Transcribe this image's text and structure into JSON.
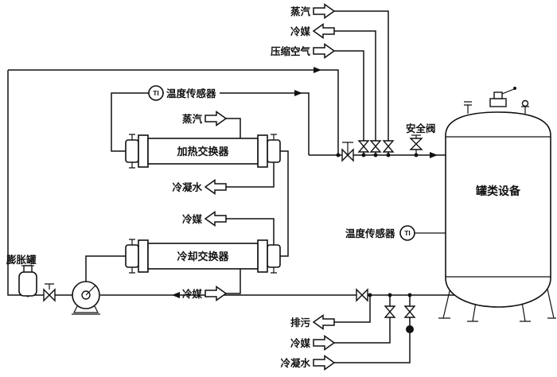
{
  "diagram": {
    "kind": "process-piping-diagram",
    "colors": {
      "line": "#111111",
      "background": "#ffffff"
    }
  },
  "streams": {
    "steam_top": {
      "label": "蒸汽",
      "direction": "right"
    },
    "coolant_top": {
      "label": "冷媒",
      "direction": "left"
    },
    "compressed_air": {
      "label": "压缩空气",
      "direction": "right"
    },
    "steam_hx1": {
      "label": "蒸汽",
      "direction": "right"
    },
    "condensate_hx1": {
      "label": "冷凝水",
      "direction": "left"
    },
    "coolant_hx2_out": {
      "label": "冷媒",
      "direction": "left"
    },
    "coolant_hx2_in": {
      "label": "冷媒",
      "direction": "right"
    },
    "blowdown": {
      "label": "排污",
      "direction": "left"
    },
    "coolant_bottom": {
      "label": "冷媒",
      "direction": "right"
    },
    "condensate_bottom": {
      "label": "冷凝水",
      "direction": "right"
    }
  },
  "equipment": {
    "heating_exchanger": {
      "label": "加热交换器"
    },
    "cooling_exchanger": {
      "label": "冷却交换器"
    },
    "tank": {
      "label": "罐类设备"
    },
    "expansion_tank": {
      "label": "膨胀罐"
    }
  },
  "instruments": {
    "temp_sensor_left": {
      "label": "温度传感器",
      "tag": "TI"
    },
    "temp_sensor_right": {
      "label": "温度传感器",
      "tag": "TI"
    },
    "safety_valve": {
      "label": "安全阀"
    }
  }
}
